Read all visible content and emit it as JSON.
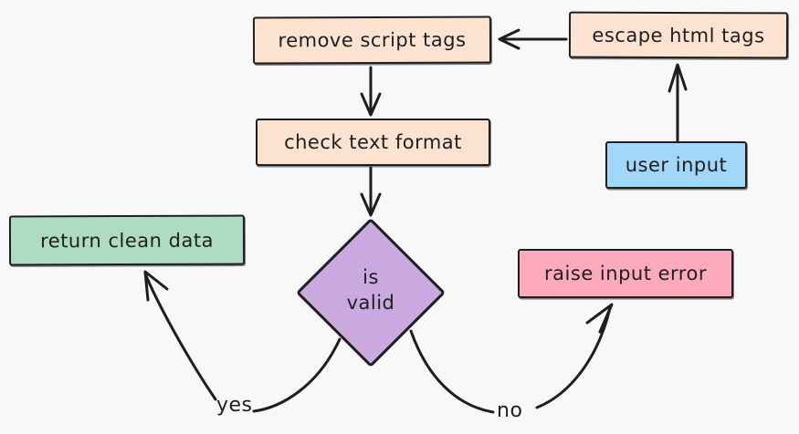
{
  "canvas": {
    "background": "#f8f8f8",
    "stroke_color": "#1e1e1e"
  },
  "nodes": {
    "remove_script_tags": {
      "label": "remove script tags",
      "fill": "#fce2d1"
    },
    "escape_html_tags": {
      "label": "escape html tags",
      "fill": "#fce2d1"
    },
    "user_input": {
      "label": "user input",
      "fill": "#a3d7fa"
    },
    "check_text_format": {
      "label": "check text format",
      "fill": "#fce2d1"
    },
    "is_valid": {
      "label_line1": "is",
      "label_line2": "valid",
      "fill": "#c9a9e0"
    },
    "return_clean_data": {
      "label": "return clean data",
      "fill": "#afdcc0"
    },
    "raise_input_error": {
      "label": "raise input error",
      "fill": "#ffa9bd"
    }
  },
  "edges": {
    "yes_label": "yes",
    "no_label": "no"
  }
}
